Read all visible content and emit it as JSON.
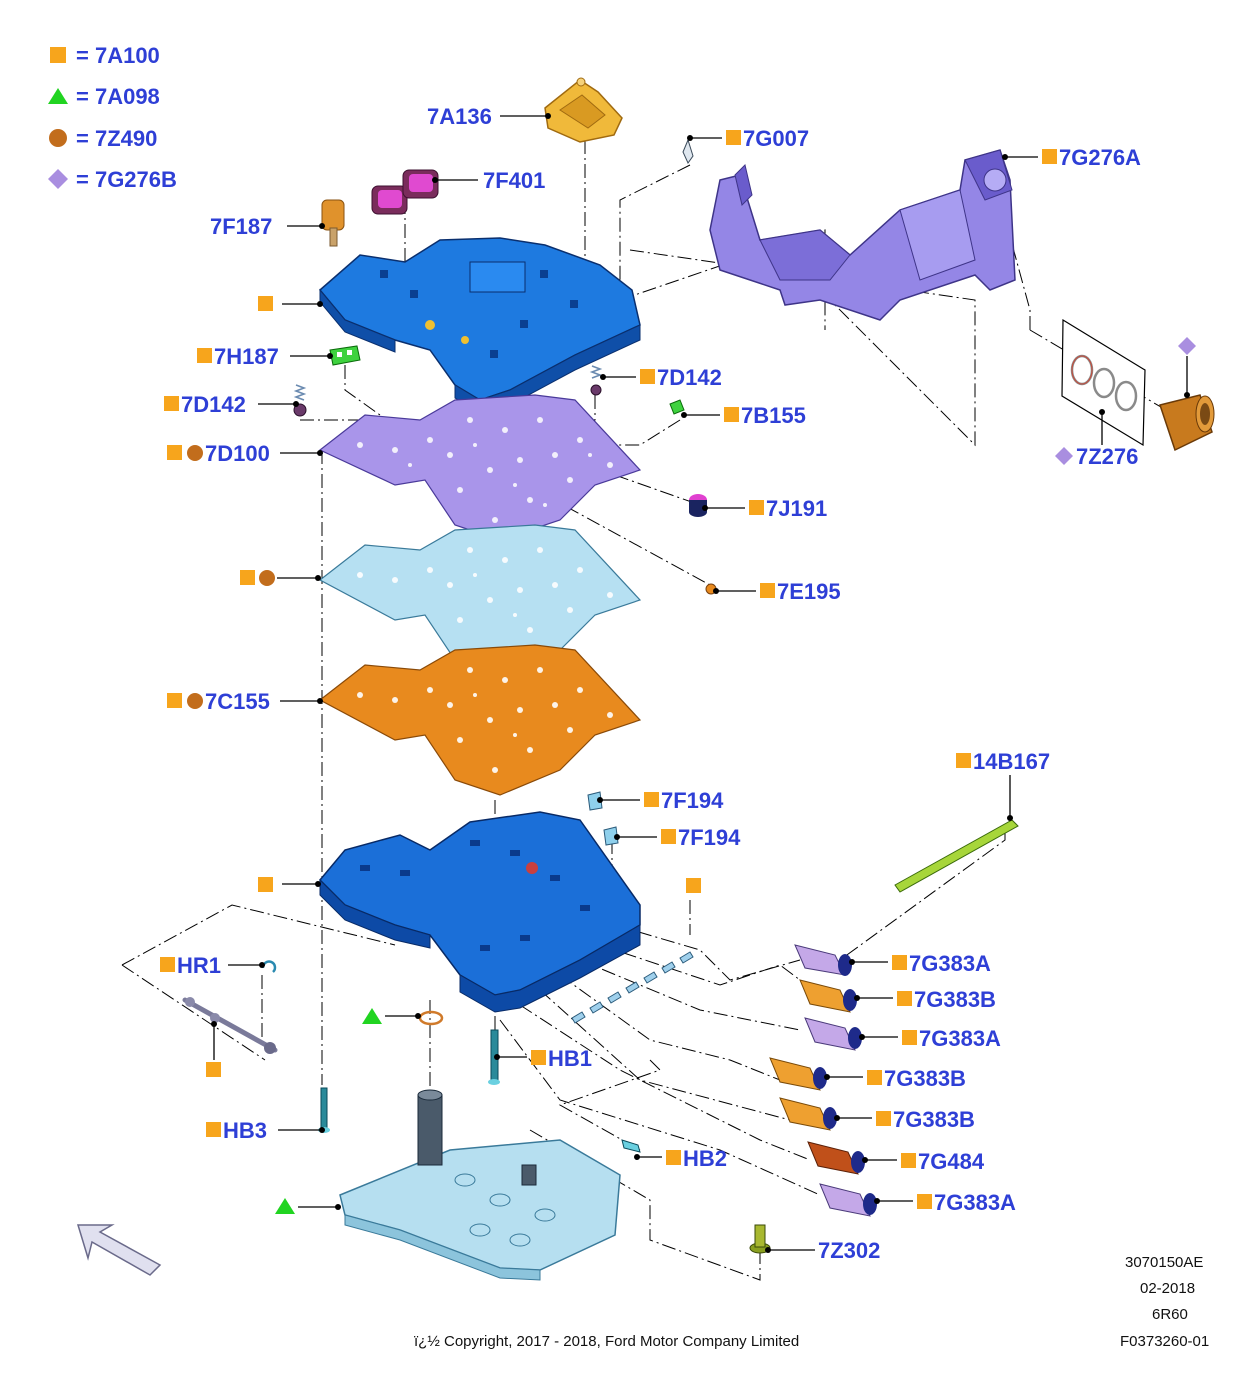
{
  "legend": [
    {
      "shape": "square",
      "color": "#f7a51c",
      "text": "= 7A100"
    },
    {
      "shape": "triangle",
      "color": "#21d421",
      "text": "= 7A098"
    },
    {
      "shape": "circle",
      "color": "#c26d1c",
      "text": "= 7Z490"
    },
    {
      "shape": "diamond",
      "color": "#a98ee0",
      "text": "= 7G276B"
    }
  ],
  "colors": {
    "label_text": "#2e3fd6",
    "square_marker": "#f7a51c",
    "triangle_marker": "#21d421",
    "circle_marker": "#c26d1c",
    "diamond_marker": "#a98ee0",
    "upper_valve_body": "#1e7ae0",
    "separator_plate_purple": "#a995ea",
    "separator_plate_light": "#b6e0f2",
    "separator_plate_orange": "#e88a1e",
    "lower_valve_body": "#1b6fd8",
    "solenoid_body": "#1e2a8a",
    "oil_pan": "#b6dff0"
  },
  "labels": {
    "7A136": "7A136",
    "7F401": "7F401",
    "7F187": "7F187",
    "7G007": "7G007",
    "7G276A": "7G276A",
    "7H187": "7H187",
    "7D142_right": "7D142",
    "7D142_left": "7D142",
    "7B155": "7B155",
    "7D100": "7D100",
    "7Z276": "7Z276",
    "7J191": "7J191",
    "7E195": "7E195",
    "7C155": "7C155",
    "14B167": "14B167",
    "7F194_a": "7F194",
    "7F194_b": "7F194",
    "HR1": "HR1",
    "7G383A_1": "7G383A",
    "7G383B_1": "7G383B",
    "7G383A_2": "7G383A",
    "7G383B_2": "7G383B",
    "7G383B_3": "7G383B",
    "7G484": "7G484",
    "7G383A_3": "7G383A",
    "HB1": "HB1",
    "HB3": "HB3",
    "HB2": "HB2",
    "7Z302": "7Z302"
  },
  "footer": {
    "ref": "3070150AE",
    "date": "02-2018",
    "model": "6R60",
    "figure": "F0373260-01",
    "copyright": "ï¿½ Copyright, 2017 - 2018, Ford Motor Company Limited"
  }
}
